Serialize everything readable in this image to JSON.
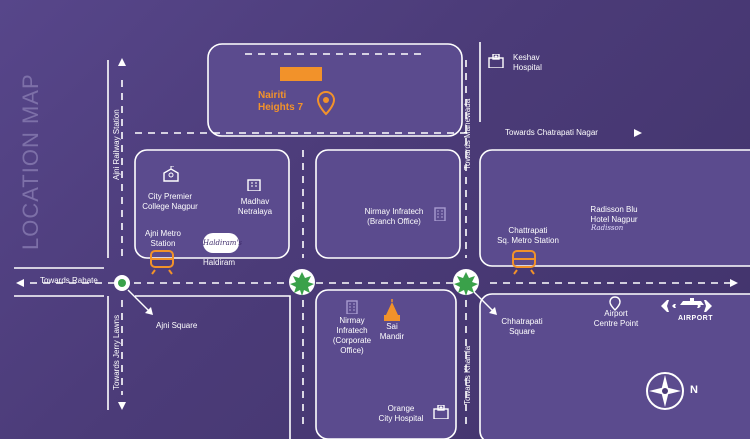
{
  "map": {
    "side_title": "LOCATION MAP",
    "colors": {
      "background": "#4b3b78",
      "block": "#5a4a8c",
      "road_line": "#ffffff",
      "accent": "#f2922a",
      "junction": "#ffffff"
    },
    "property": {
      "name": "Nairiti Heights 7",
      "line1": "Nairiti",
      "line2": "Heights 7",
      "icon": "location-pin-icon"
    },
    "roads": {
      "ajni_railway_station": "Ajni Railway Station",
      "towards_manewada": "Towards Manewada",
      "towards_chatrapati_nagar": "Towards Chatrapati Nagar",
      "towards_rahate": "Towards Rahate",
      "towards_jerry_lawns": "Towards Jerry Lawns",
      "towards_khamla": "Towards Khamla"
    },
    "places": {
      "keshav_line1": "Keshav",
      "keshav_line2": "Hospital",
      "city_premier_line1": "City Premier",
      "city_premier_line2": "College Nagpur",
      "madhav_line1": "Madhav",
      "madhav_line2": "Netralaya",
      "nirmay_branch_line1": "Nirmay Infratech",
      "nirmay_branch_line2": "(Branch Office)",
      "ajni_metro_line1": "Ajni Metro",
      "ajni_metro_line2": "Station",
      "haldiram": "Haldiram",
      "haldiram_logo": "Haldiram's",
      "chattrapati_metro_line1": "Chattrapati",
      "chattrapati_metro_line2": "Sq. Metro Station",
      "radisson_line1": "Radisson Blu",
      "radisson_line2": "Hotel Nagpur",
      "radisson_logo": "Radisson",
      "ajni_square": "Ajni Square",
      "nirmay_corp_line1": "Nirmay",
      "nirmay_corp_line2": "Infratech",
      "nirmay_corp_line3": "(Corporate",
      "nirmay_corp_line4": "Office)",
      "sai_mandir_line1": "Sai",
      "sai_mandir_line2": "Mandir",
      "chhatrapati_square_line1": "Chhatrapati",
      "chhatrapati_square_line2": "Square",
      "airport_centre_line1": "Airport",
      "airport_centre_line2": "Centre Point",
      "airport": "AIRPORT",
      "orange_line1": "Orange",
      "orange_line2": "City Hospital"
    },
    "compass": {
      "north": "N",
      "icon": "compass-icon"
    }
  }
}
